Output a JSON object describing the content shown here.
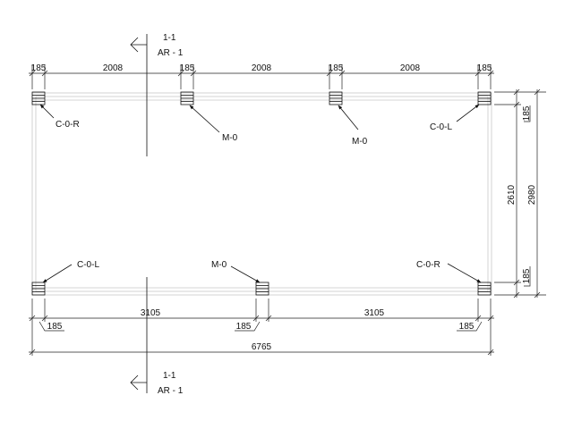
{
  "section_marks": {
    "top": {
      "line1": "1-1",
      "line2": "AR - 1"
    },
    "bottom": {
      "line1": "1-1",
      "line2": "AR - 1"
    }
  },
  "dimensions": {
    "top": [
      "185",
      "2008",
      "185",
      "2008",
      "185",
      "2008",
      "185"
    ],
    "bottom_row": [
      "185",
      "3105",
      "185",
      "3105",
      "185"
    ],
    "bottom_total": "6765",
    "right_inner": [
      "185",
      "2610",
      "185"
    ],
    "right_total": "2980"
  },
  "column_tags": {
    "top_1": "C-0-R",
    "top_2": "M-0",
    "top_3": "M-0",
    "top_4": "C-0-L",
    "bottom_1": "C-0-L",
    "bottom_2": "M-0",
    "bottom_3": "C-0-R"
  }
}
